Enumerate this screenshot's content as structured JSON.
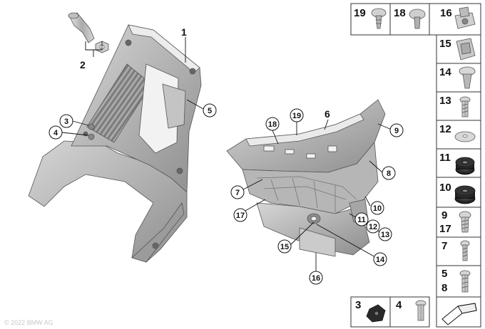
{
  "callouts": {
    "c1": "1",
    "c2": "2",
    "c3": "3",
    "c4": "4",
    "c5": "5",
    "c6": "6",
    "c7": "7",
    "c8": "8",
    "c9": "9",
    "c10": "10",
    "c11": "11",
    "c12": "12",
    "c13": "13",
    "c14": "14",
    "c15": "15",
    "c16": "16",
    "c17": "17",
    "c18": "18",
    "c19": "19"
  },
  "parts_panel": {
    "top_row": [
      "19",
      "18",
      "16"
    ],
    "column": [
      "15",
      "14",
      "13",
      "12",
      "11",
      "10",
      "9",
      "17",
      "7",
      "5",
      "8"
    ],
    "bottom_row": [
      "3",
      "4"
    ]
  },
  "watermark": "© 2022 BMW AG"
}
